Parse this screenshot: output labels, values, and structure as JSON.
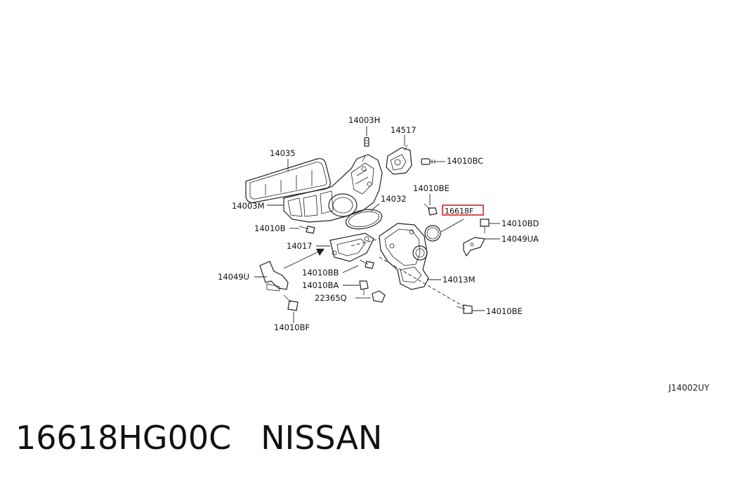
{
  "diagram": {
    "labels": {
      "p14003H": "14003H",
      "p14517": "14517",
      "p14010BC": "14010BC",
      "p14035": "14035",
      "p14010BE_top": "14010BE",
      "p14032": "14032",
      "p16618F": "16618F",
      "p14003M": "14003M",
      "p14010BD": "14010BD",
      "p14010B": "14010B",
      "p14049UA": "14049UA",
      "p14017": "14017",
      "p14010BB": "14010BB",
      "p14049U": "14049U",
      "p14013M": "14013M",
      "p14010BA": "14010BA",
      "p22365Q": "22365Q",
      "p14010BE_bottom": "14010BE",
      "p14010BF": "14010BF"
    },
    "reference_code": "J14002UY",
    "highlight_color": "#e02020"
  },
  "caption": {
    "part_number": "16618HG00C",
    "brand": "NISSAN"
  }
}
